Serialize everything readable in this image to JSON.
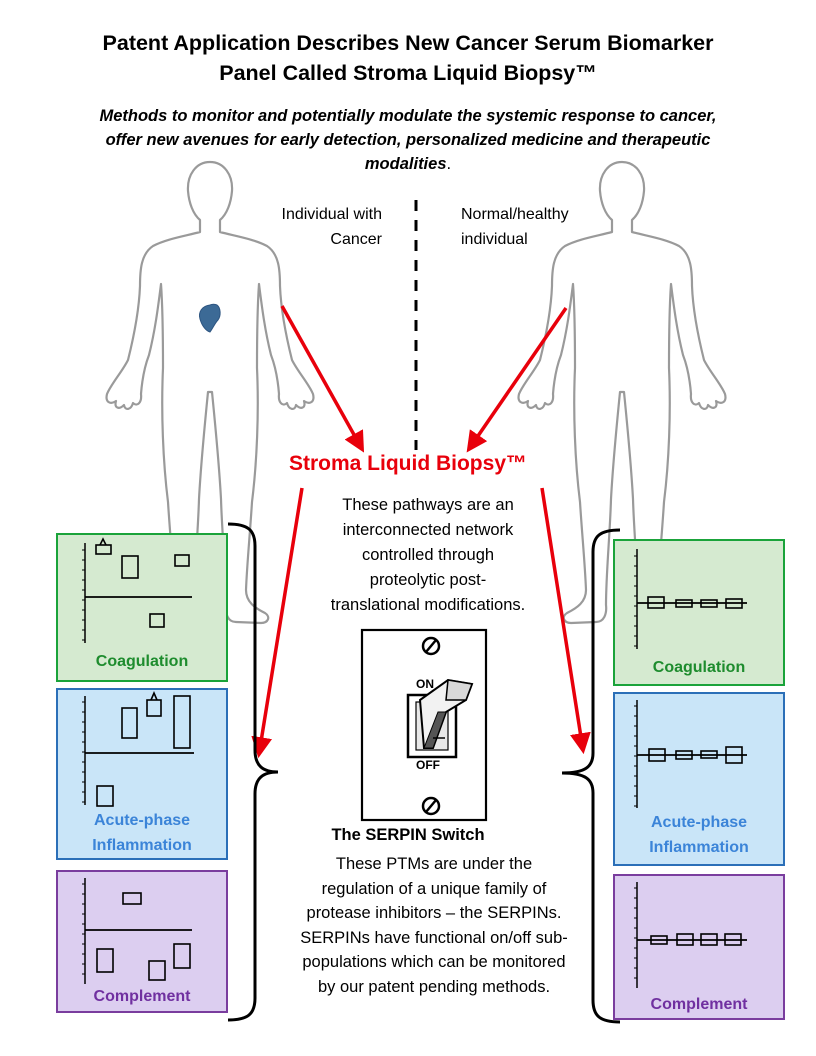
{
  "title_line1": "Patent Application Describes New Cancer Serum Biomarker",
  "title_line2": "Panel Called Stroma Liquid Biopsy™",
  "subtitle_line1": "Methods to monitor and potentially modulate the systemic response to cancer,",
  "subtitle_line2": "offer new avenues for early detection, personalized  medicine and therapeutic",
  "subtitle_line3": "modalities",
  "subtitle_period": ".",
  "left_person": {
    "label_line1": "Individual with",
    "label_line2": "Cancer"
  },
  "right_person": {
    "label_line1": "Normal/healthy",
    "label_line2": "individual"
  },
  "center_label": "Stroma Liquid Biopsy™",
  "pathways_text": [
    "These pathways are an",
    "interconnected network",
    "controlled through",
    "proteolytic post-",
    "translational modifications."
  ],
  "switch": {
    "on_label": "ON",
    "off_label": "OFF"
  },
  "serpin_title": "The SERPIN Switch",
  "serpin_text": [
    "These PTMs are under the",
    "regulation of a unique family of",
    "protease inhibitors – the SERPINs.",
    "SERPINs have functional on/off sub-",
    "populations which can be monitored",
    "by our patent pending methods."
  ],
  "left_panels": [
    {
      "label_line1": "Coagulation",
      "label_line2": ""
    },
    {
      "label_line1": "Acute-phase",
      "label_line2": "Inflammation"
    },
    {
      "label_line1": "Complement",
      "label_line2": ""
    }
  ],
  "right_panels": [
    {
      "label_line1": "Coagulation",
      "label_line2": ""
    },
    {
      "label_line1": "Acute-phase",
      "label_line2": "Inflammation"
    },
    {
      "label_line1": "Complement",
      "label_line2": ""
    }
  ],
  "colors": {
    "arrow_red": "#e8000b",
    "coagulation_bg": "#d5ead0",
    "coagulation_border": "#1aa33a",
    "inflammation_bg": "#c9e5f8",
    "inflammation_border": "#2b6fb8",
    "complement_bg": "#dccef0",
    "complement_border": "#7a3d9e",
    "tumor": "#3c6a96"
  },
  "icons": [
    "human-body-outline",
    "tumor-spot",
    "light-switch",
    "screw",
    "curly-brace",
    "red-arrow"
  ]
}
